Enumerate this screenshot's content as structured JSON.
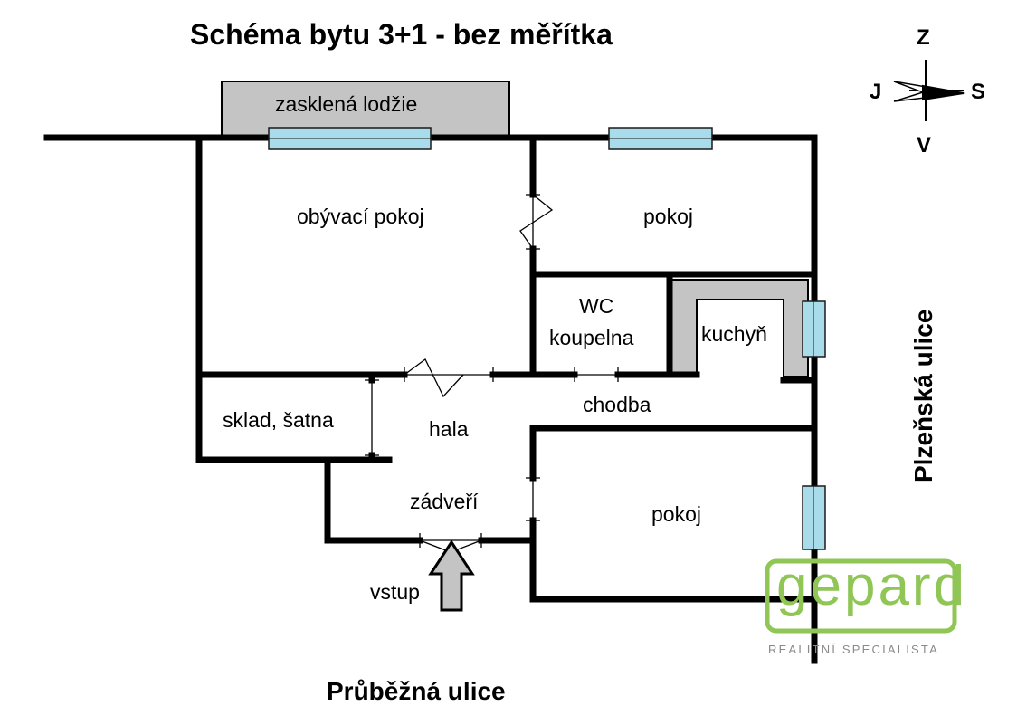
{
  "title": "Schéma bytu 3+1 - bez měřítka",
  "rooms": {
    "loggia": "zasklená lodžie",
    "living_room": "obývací pokoj",
    "room_north": "pokoj",
    "wc": "WC",
    "bathroom": "koupelna",
    "kitchen": "kuchyň",
    "corridor": "chodba",
    "storage": "sklad, šatna",
    "hall": "hala",
    "vestibule": "zádveří",
    "room_south": "pokoj",
    "entrance": "vstup"
  },
  "compass": {
    "north": "Z",
    "west": "J",
    "east": "S",
    "south": "V"
  },
  "streets": {
    "bottom": "Průběžná ulice",
    "right": "Plzeňská ulice"
  },
  "logo": {
    "word": "gepard",
    "tagline": "REALITNÍ SPECIALISTA"
  },
  "colors": {
    "wall": "#000000",
    "window": "#a8dcea",
    "loggia": "#c4c4c4",
    "kitchen_counter": "#c4c4c4",
    "logo_green": "#8fc655",
    "logo_text": "#8a8a8a"
  }
}
